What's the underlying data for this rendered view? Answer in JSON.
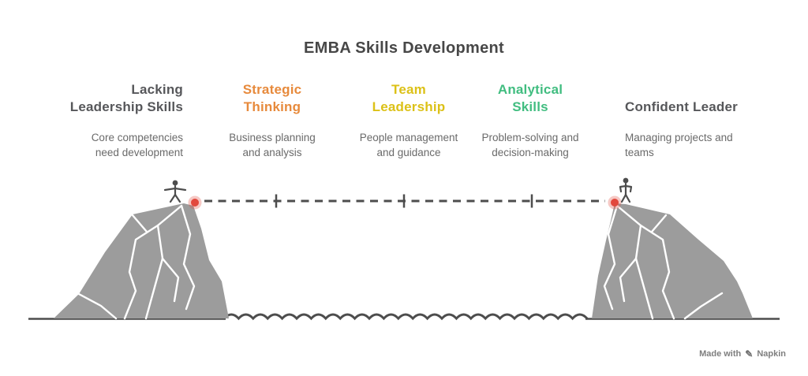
{
  "title": "EMBA Skills Development",
  "colors": {
    "title_gray": "#474747",
    "heading_gray": "#56575A",
    "desc_gray": "#6A6A6A",
    "stage_orange": "#E78A3C",
    "stage_yellow": "#DCC117",
    "stage_green": "#41BD80",
    "mountain_fill": "#9C9C9C",
    "line_dark": "#4D4D4D",
    "marker_red": "#E2483D"
  },
  "stages": [
    {
      "label": "Lacking\nLeadership Skills",
      "desc": "Core competencies\nneed development",
      "color": "#56575A"
    },
    {
      "label": "Strategic\nThinking",
      "desc": "Business planning\nand analysis",
      "color": "#E78A3C"
    },
    {
      "label": "Team\nLeadership",
      "desc": "People management\nand guidance",
      "color": "#DCC117"
    },
    {
      "label": "Analytical\nSkills",
      "desc": "Problem-solving and\ndecision-making",
      "color": "#41BD80"
    },
    {
      "label": "Confident Leader",
      "desc": "Managing projects and\nteams",
      "color": "#56575A"
    }
  ],
  "watermark": {
    "made_with": "Made with",
    "brand": "Napkin",
    "logo_glyph": "✎"
  }
}
